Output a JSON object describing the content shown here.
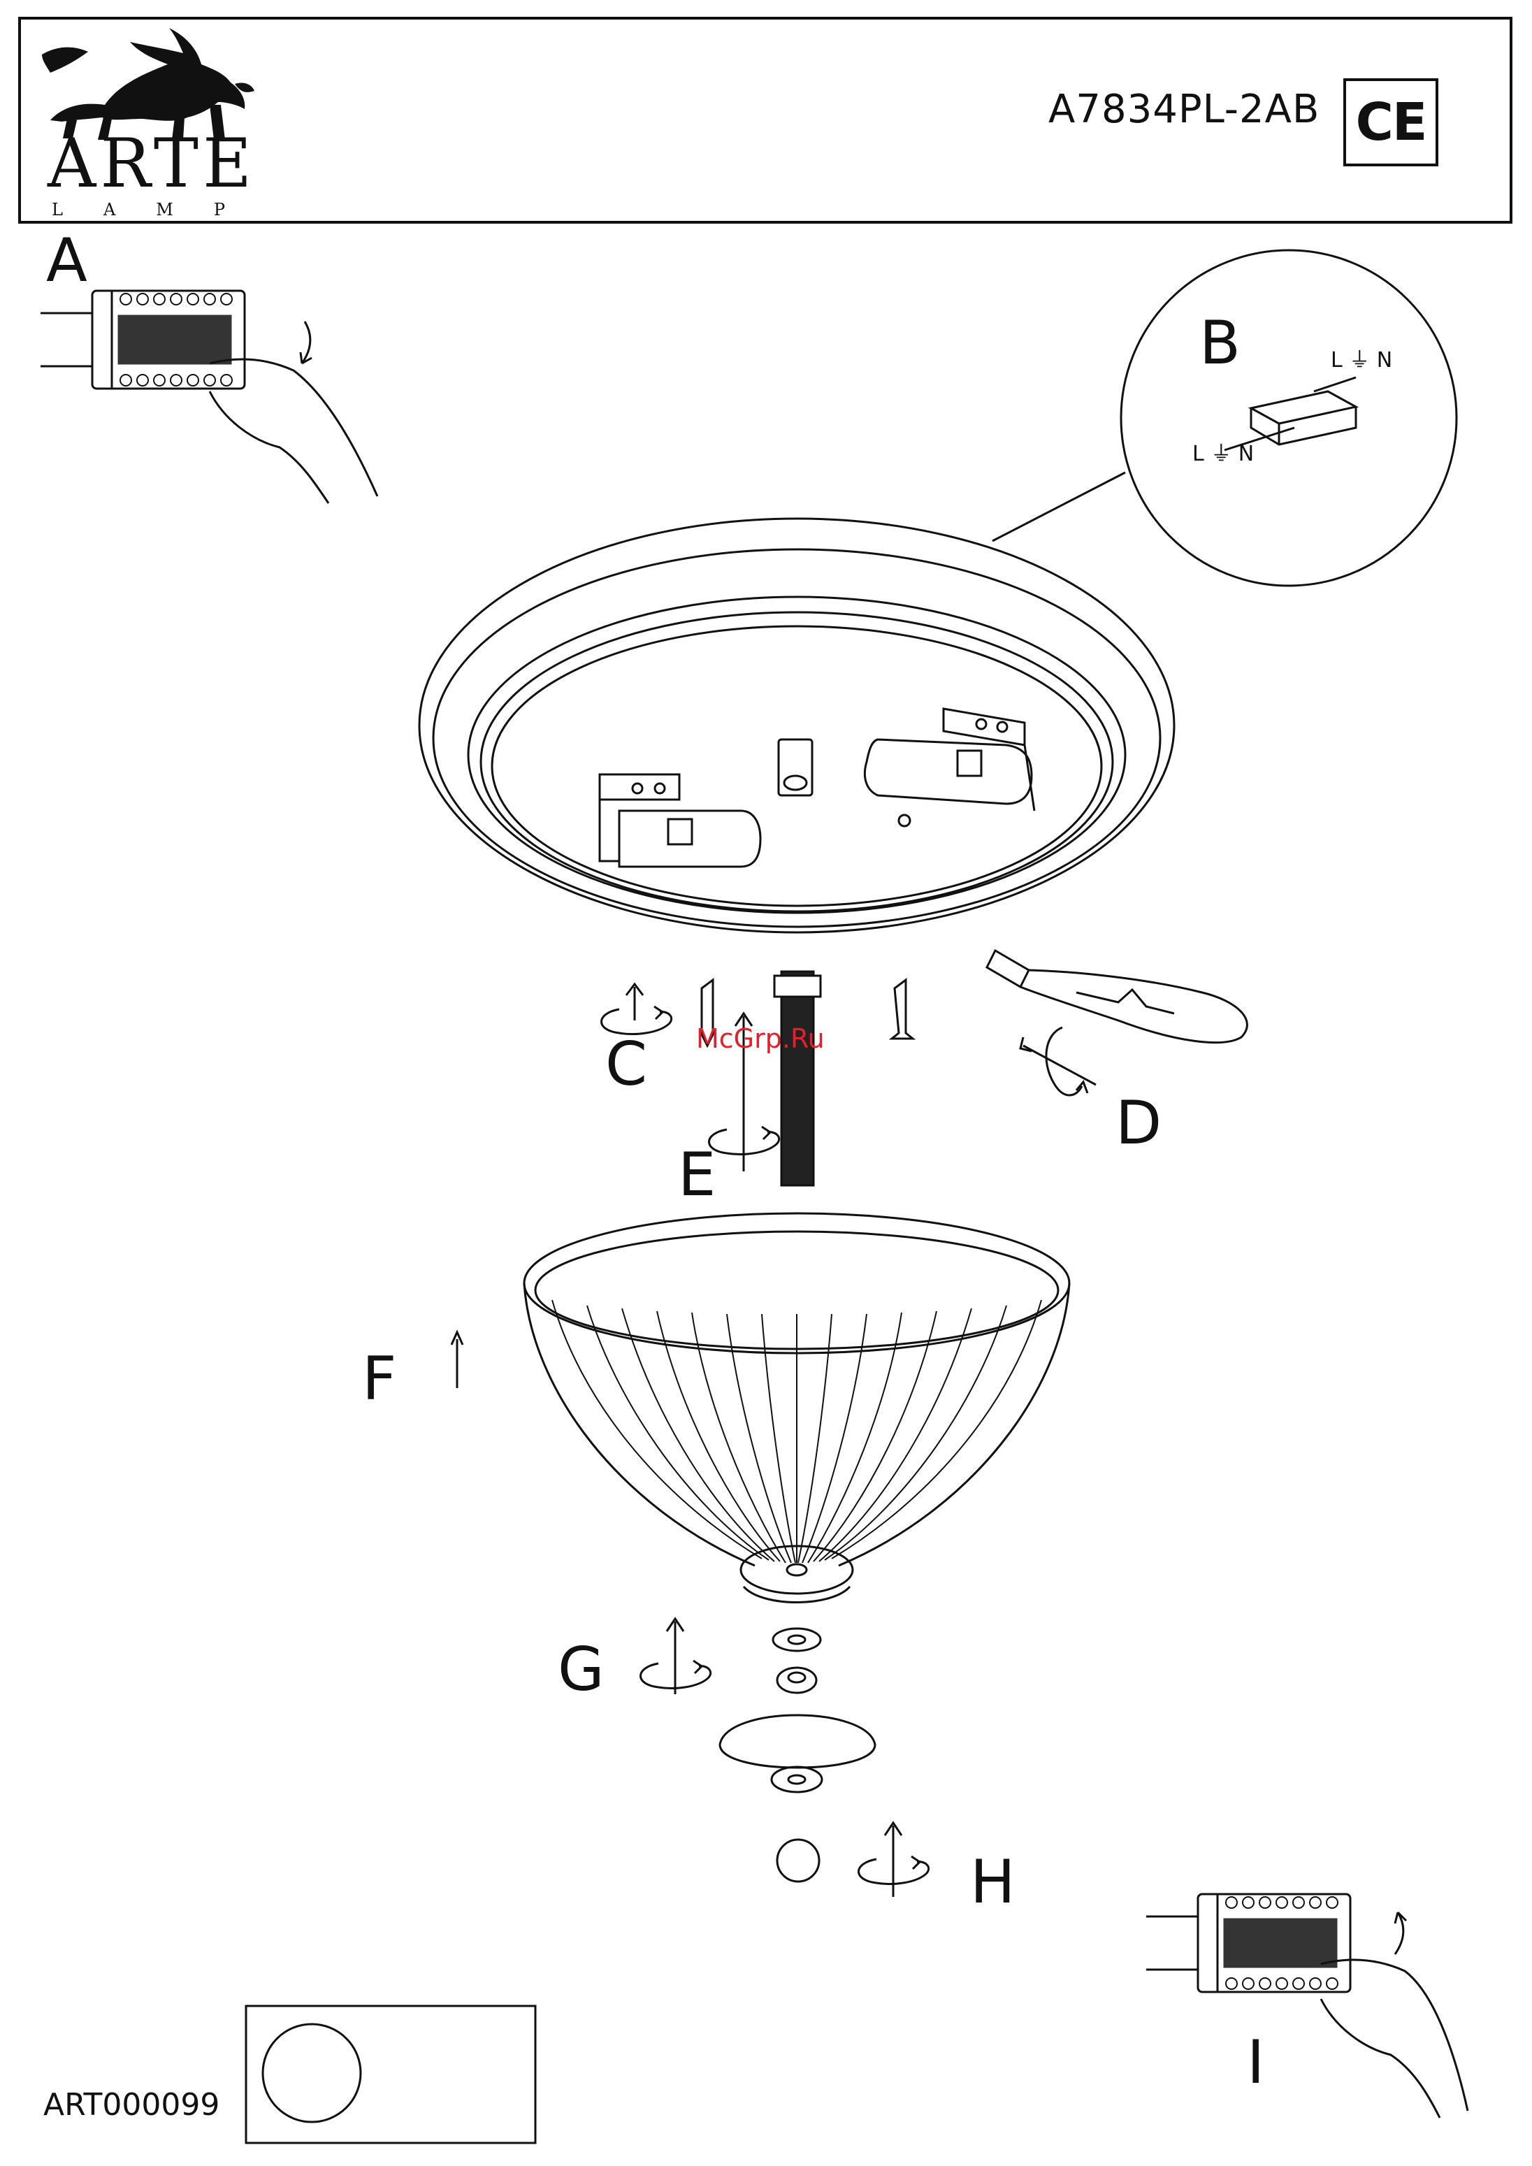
{
  "header": {
    "brand": "ARTE",
    "brand_sub": "LAMP",
    "model": "A7834PL-2AB",
    "certification": "CE"
  },
  "steps": {
    "a": "A",
    "b": "B",
    "c": "C",
    "d": "D",
    "e": "E",
    "f": "F",
    "g": "G",
    "h": "H",
    "i": "I"
  },
  "wiring": {
    "top_label": "L ⏚ N",
    "bottom_label": "L ⏚ N"
  },
  "watermark": "McGrp.Ru",
  "footer": {
    "article_code": "ART000099"
  }
}
